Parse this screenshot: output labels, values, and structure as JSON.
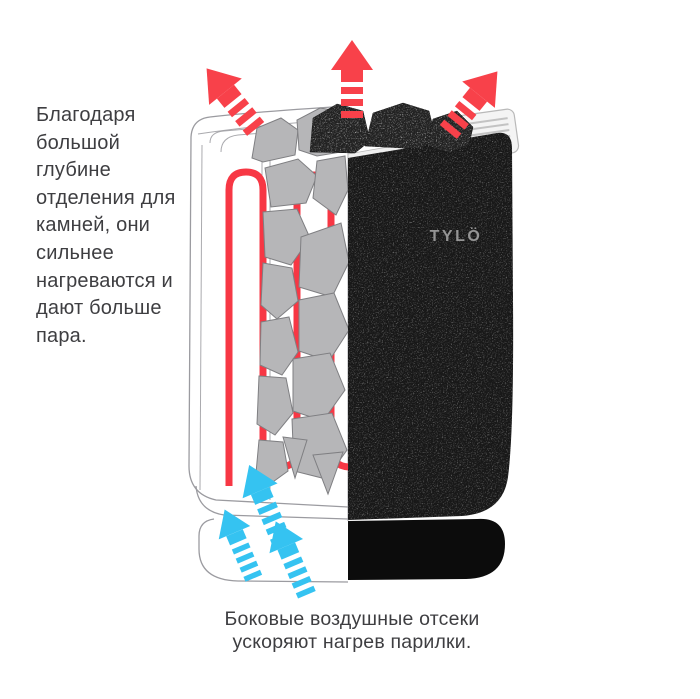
{
  "annotations": {
    "left_note": "Благодаря\nбольшой\nглубине\nотделения для\nкамней, они\nсильнее\nнагреваются и\nдают больше\nпара.",
    "bottom_caption": "Боковые воздушные отсеки\nускоряют нагрев парилки."
  },
  "product": {
    "brand": "TYLÖ"
  },
  "colors": {
    "hot_air_red": "#f8414a",
    "element_red": "#f73744",
    "cool_air_blue": "#35c3f1",
    "stone_fill": "#b6b6b8",
    "stone_stroke": "#7f7f82",
    "line_color": "#9b9ba0",
    "panel_black": "#181818",
    "base_black": "#0c0c0c",
    "rock_dark": "#222222",
    "logo_gray": "#a5a5a5",
    "text_color": "#3e3e41",
    "background": "#ffffff"
  }
}
